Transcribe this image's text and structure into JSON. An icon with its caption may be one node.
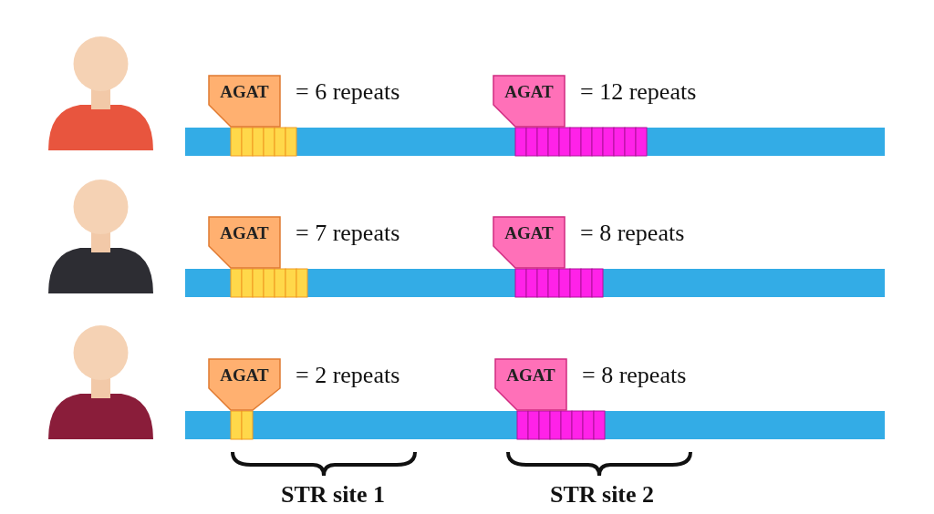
{
  "diagram": {
    "nodes": [
      {
        "text": [],
        "shape": "person"
      },
      {
        "text": [
          "AGAT"
        ],
        "beside": [
          "= 6 repeats"
        ]
      },
      {
        "text": [
          "AGAT"
        ],
        "beside": [
          "= 12 repeats"
        ]
      },
      {
        "text": [],
        "shape": "person"
      },
      {
        "text": [
          "AGAT"
        ],
        "beside": [
          "= 7 repeats"
        ]
      },
      {
        "text": [
          "AGAT"
        ],
        "beside": [
          "= 8 repeats"
        ]
      },
      {
        "text": [],
        "shape": "person"
      },
      {
        "text": [
          "AGAT"
        ],
        "beside": [
          "= 2 repeats"
        ]
      },
      {
        "text": [
          "AGAT"
        ],
        "beside": [
          "= 8 repeats"
        ]
      }
    ],
    "edges": [],
    "labels": [
      "STR site 1",
      "STR site 2"
    ]
  }
}
